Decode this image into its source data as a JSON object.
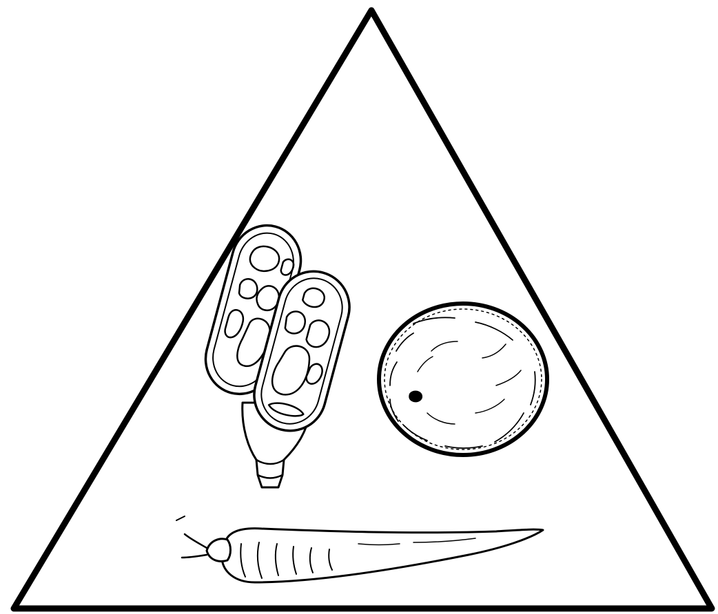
{
  "illustration": {
    "style": "black ink line art on white",
    "colors": {
      "ink": "#000000",
      "paper": "#ffffff"
    },
    "frame": {
      "shape": "triangle"
    },
    "items": [
      {
        "name": "sliced-bread-icon",
        "depicts": "bread slices"
      },
      {
        "name": "orange-icon",
        "depicts": "orange"
      },
      {
        "name": "carrot-icon",
        "depicts": "carrot"
      }
    ]
  }
}
